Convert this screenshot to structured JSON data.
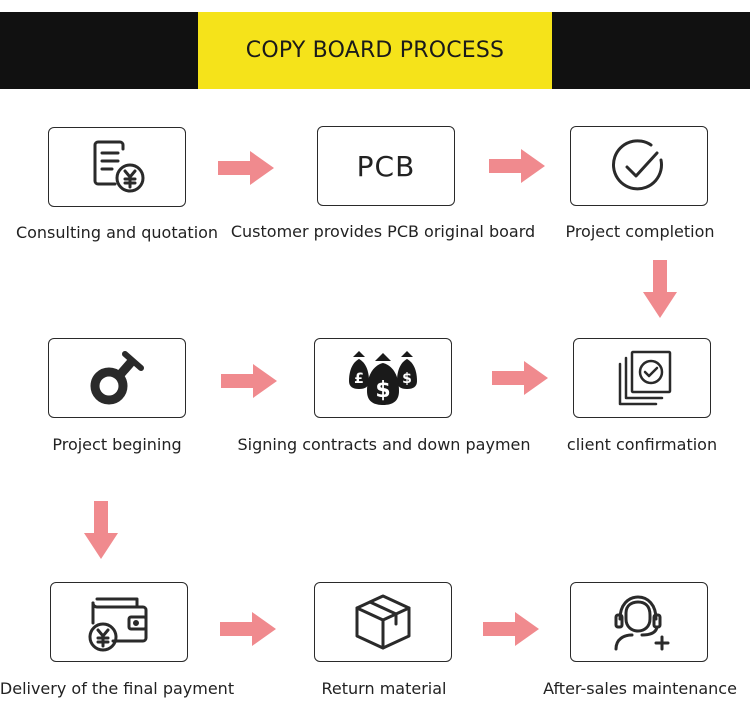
{
  "header": {
    "title": "COPY BOARD PROCESS"
  },
  "colors": {
    "accent": "#f5e31a",
    "band": "#111111",
    "arrow": "#f08a8e",
    "icon": "#2a2a2a"
  },
  "steps": [
    {
      "label": "Consulting and quotation",
      "icon": "invoice-yen-icon"
    },
    {
      "label": "Customer provides PCB original board",
      "icon": "pcb-text",
      "box_text": "PCB"
    },
    {
      "label": "Project completion",
      "icon": "check-circle-icon"
    },
    {
      "label": "client confirmation",
      "icon": "stacked-check-icon"
    },
    {
      "label": "Signing contracts and down paymen",
      "icon": "money-bags-icon"
    },
    {
      "label": "Project begining",
      "icon": "key-ring-icon"
    },
    {
      "label": "Delivery of the final payment",
      "icon": "wallet-yen-icon"
    },
    {
      "label": "Return material",
      "icon": "package-box-icon"
    },
    {
      "label": "After-sales maintenance",
      "icon": "support-agent-icon"
    }
  ]
}
